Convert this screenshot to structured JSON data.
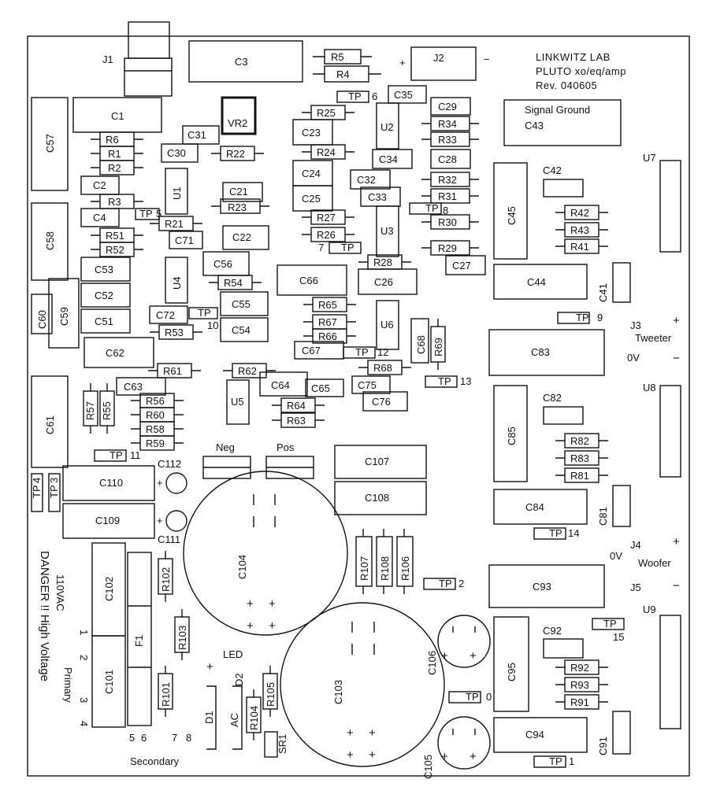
{
  "header": {
    "lines": [
      "LINKWITZ LAB",
      "PLUTO xo/eq/amp",
      "Rev. 040605"
    ]
  },
  "capacitor_labels": {
    "C1": "C1",
    "C2": "C2",
    "C3": "C3",
    "C4": "C4",
    "C21": "C21",
    "C22": "C22",
    "C23": "C23",
    "C24": "C24",
    "C25": "C25",
    "C26": "C26",
    "C27": "C27",
    "C28": "C28",
    "C29": "C29",
    "C30": "C30",
    "C31": "C31",
    "C32": "C32",
    "C33": "C33",
    "C34": "C34",
    "C35": "C35",
    "C41": "C41",
    "C42": "C42",
    "C43": "C43",
    "C44": "C44",
    "C45": "C45",
    "C51": "C51",
    "C52": "C52",
    "C53": "C53",
    "C54": "C54",
    "C55": "C55",
    "C56": "C56",
    "C57": "C57",
    "C58": "C58",
    "C59": "C59",
    "C60": "C60",
    "C61": "C61",
    "C62": "C62",
    "C63": "C63",
    "C64": "C64",
    "C65": "C65",
    "C66": "C66",
    "C67": "C67",
    "C68": "C68",
    "C71": "C71",
    "C72": "C72",
    "C75": "C75",
    "C76": "C76",
    "C81": "C81",
    "C82": "C82",
    "C83": "C83",
    "C84": "C84",
    "C85": "C85",
    "C91": "C91",
    "C92": "C92",
    "C93": "C93",
    "C94": "C94",
    "C95": "C95",
    "C101": "C101",
    "C102": "C102",
    "C103": "C103",
    "C104": "C104",
    "C105": "C105",
    "C106": "C106",
    "C107": "C107",
    "C108": "C108",
    "C109": "C109",
    "C110": "C110",
    "C111": "C111",
    "C112": "C112"
  },
  "resistor_labels": {
    "R1": "R1",
    "R2": "R2",
    "R3": "R3",
    "R4": "R4",
    "R5": "R5",
    "R6": "R6",
    "R21": "R21",
    "R22": "R22",
    "R23": "R23",
    "R24": "R24",
    "R25": "R25",
    "R26": "R26",
    "R27": "R27",
    "R28": "R28",
    "R29": "R29",
    "R30": "R30",
    "R31": "R31",
    "R32": "R32",
    "R33": "R33",
    "R34": "R34",
    "R41": "R41",
    "R42": "R42",
    "R43": "R43",
    "R51": "R51",
    "R52": "R52",
    "R53": "R53",
    "R54": "R54",
    "R55": "R55",
    "R56": "R56",
    "R57": "R57",
    "R58": "R58",
    "R59": "R59",
    "R60": "R60",
    "R61": "R61",
    "R62": "R62",
    "R63": "R63",
    "R64": "R64",
    "R65": "R65",
    "R66": "R66",
    "R67": "R67",
    "R68": "R68",
    "R69": "R69",
    "R81": "R81",
    "R82": "R82",
    "R83": "R83",
    "R91": "R91",
    "R92": "R92",
    "R93": "R93",
    "R101": "R101",
    "R102": "R102",
    "R103": "R103",
    "R104": "R104",
    "R105": "R105",
    "R106": "R106",
    "R107": "R107",
    "R108": "R108"
  },
  "ic_labels": {
    "U1": "U1",
    "U2": "U2",
    "U3": "U3",
    "U4": "U4",
    "U5": "U5",
    "U6": "U6",
    "U7": "U7",
    "U8": "U8",
    "U9": "U9",
    "VR2": "VR2"
  },
  "connector_labels": {
    "J1": "J1",
    "J2": "J2",
    "J3": "J3",
    "J4": "J4",
    "J5": "J5",
    "tweeter": "Tweeter",
    "woofer": "Woofer",
    "j3_0v": "0V",
    "j4_0v": "0V",
    "neg": "Neg",
    "pos": "Pos",
    "signal_ground": "Signal Ground",
    "plus": "+",
    "minus": "−"
  },
  "testpoint": {
    "tp": "TP",
    "nums": {
      "tp0": "0",
      "tp1": "1",
      "tp2": "2",
      "tp3": "3",
      "tp4": "4",
      "tp5": "5",
      "tp6": "6",
      "tp7": "7",
      "tp8": "8",
      "tp9": "9",
      "tp10": "10",
      "tp11": "11",
      "tp12": "12",
      "tp13": "13",
      "tp14": "14",
      "tp15": "15"
    }
  },
  "power_section": {
    "f1": "F1",
    "d1": "D1",
    "d2": "D2",
    "led": "LED",
    "ac": "AC",
    "sr1": "SR1",
    "secondary": "Secondary",
    "primary": "Primary",
    "voltage": "110VAC",
    "danger": "DANGER !! High Voltage",
    "pin1": "1",
    "pin2": "2",
    "pin3": "3",
    "pin4": "4",
    "pin5": "5",
    "pin6": "6",
    "pin7": "7",
    "pin8": "8"
  }
}
